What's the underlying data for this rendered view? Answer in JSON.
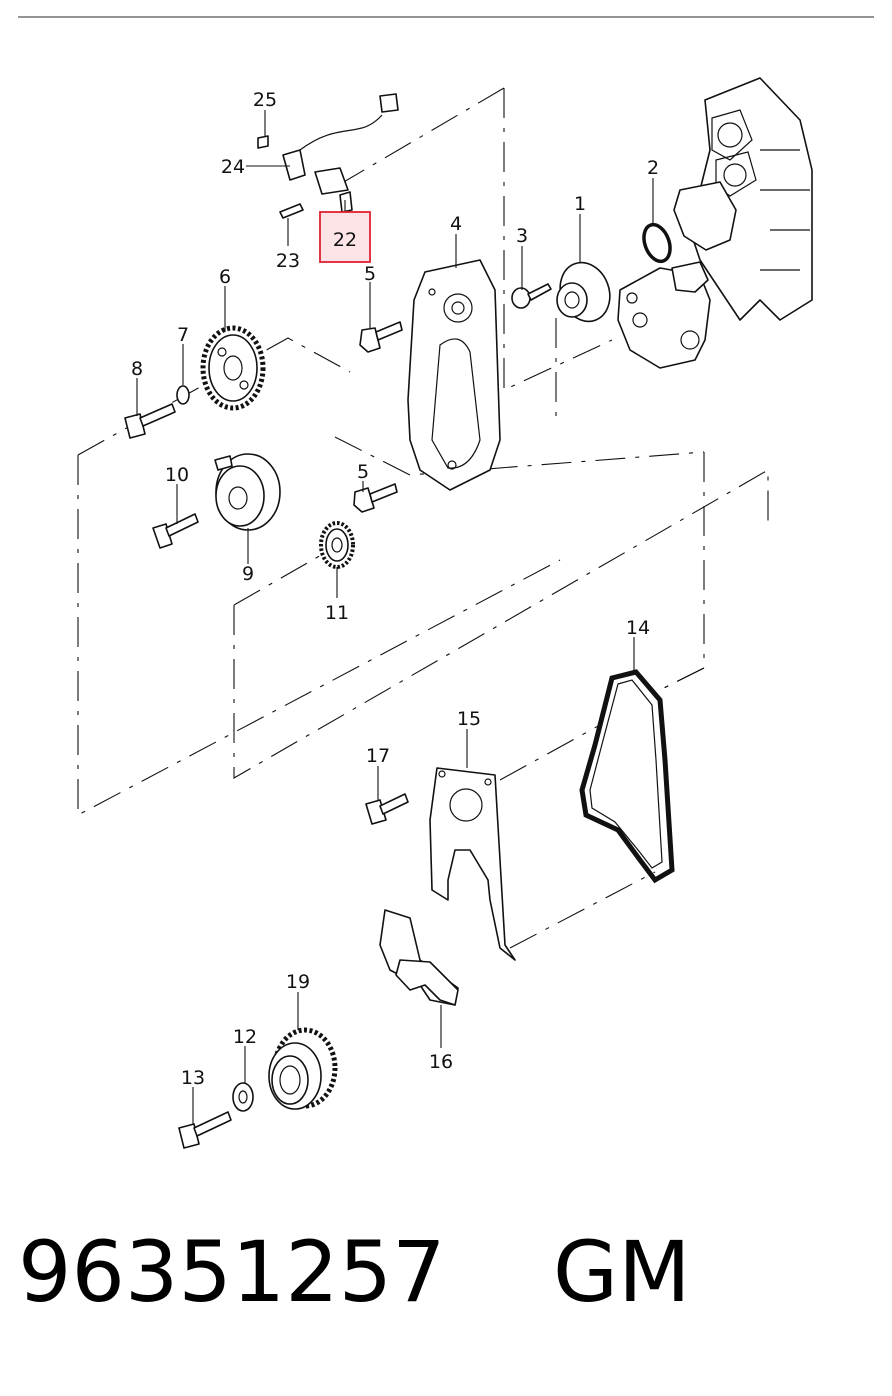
{
  "diagram": {
    "callouts": [
      {
        "id": "c1",
        "label": "1"
      },
      {
        "id": "c2",
        "label": "2"
      },
      {
        "id": "c3",
        "label": "3"
      },
      {
        "id": "c4",
        "label": "4"
      },
      {
        "id": "c5a",
        "label": "5"
      },
      {
        "id": "c5b",
        "label": "5"
      },
      {
        "id": "c6",
        "label": "6"
      },
      {
        "id": "c7",
        "label": "7"
      },
      {
        "id": "c8",
        "label": "8"
      },
      {
        "id": "c9",
        "label": "9"
      },
      {
        "id": "c10",
        "label": "10"
      },
      {
        "id": "c11",
        "label": "11"
      },
      {
        "id": "c12",
        "label": "12"
      },
      {
        "id": "c13",
        "label": "13"
      },
      {
        "id": "c14",
        "label": "14"
      },
      {
        "id": "c15",
        "label": "15"
      },
      {
        "id": "c16",
        "label": "16"
      },
      {
        "id": "c17",
        "label": "17"
      },
      {
        "id": "c19",
        "label": "19"
      },
      {
        "id": "c22",
        "label": "22",
        "highlighted": true
      },
      {
        "id": "c23",
        "label": "23"
      },
      {
        "id": "c24",
        "label": "24"
      },
      {
        "id": "c25",
        "label": "25"
      }
    ],
    "highlight_color": "#e02030",
    "highlight_fill": "#fbe3e6"
  },
  "footer": {
    "part_number": "96351257",
    "brand": "GM"
  }
}
